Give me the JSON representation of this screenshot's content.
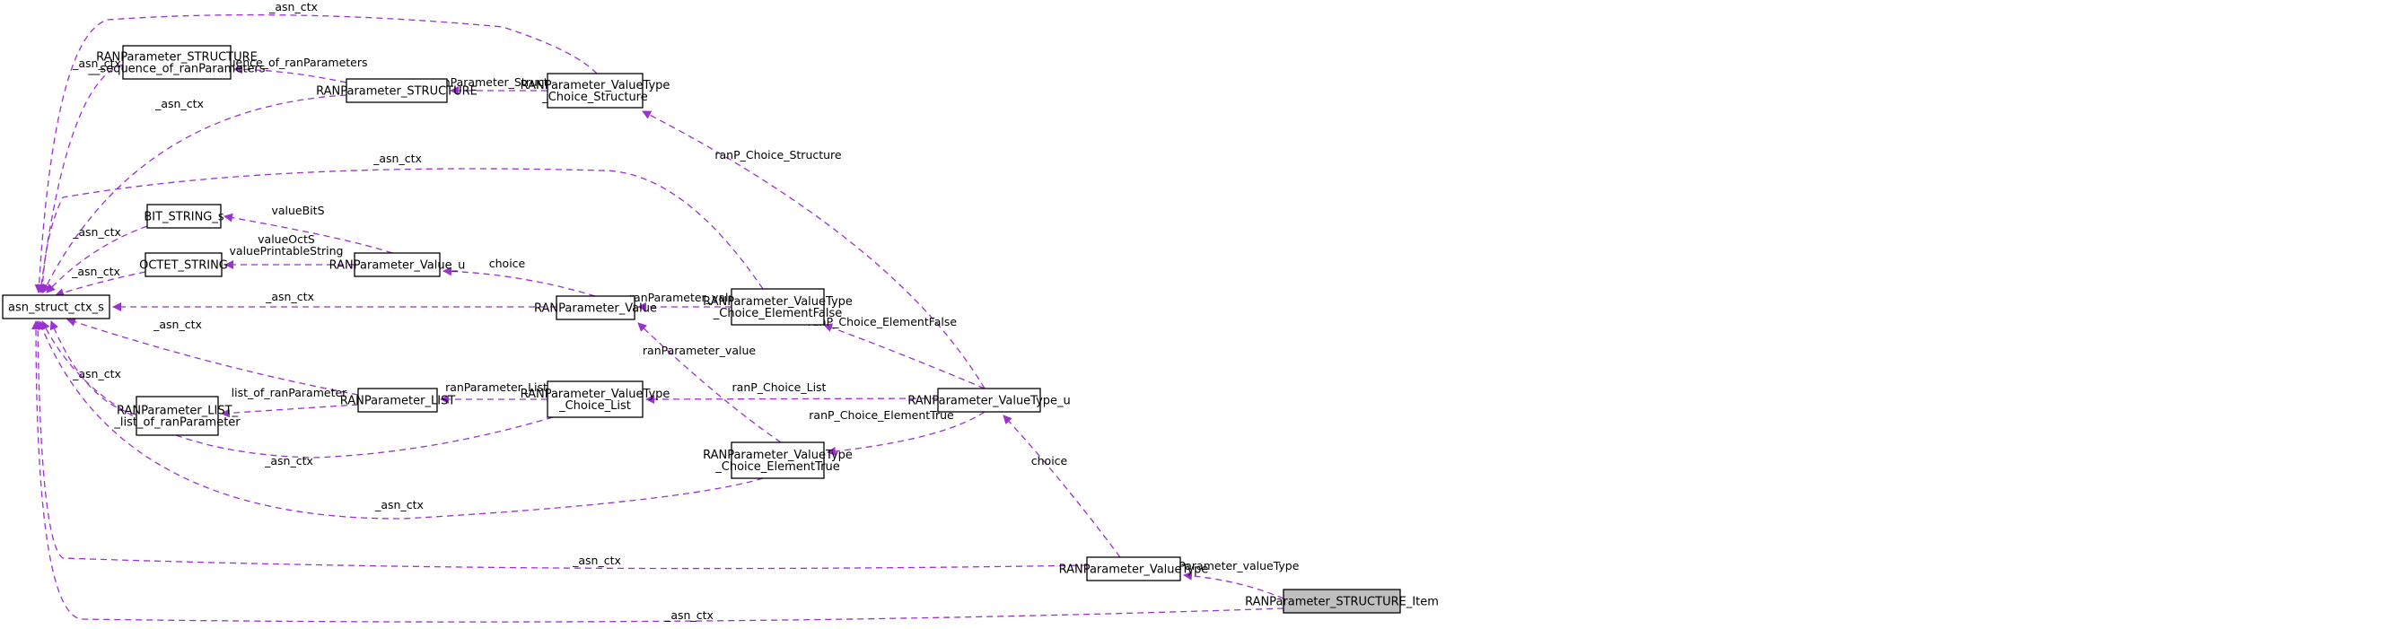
{
  "diagram": {
    "colors": {
      "edge": "#9a32cd",
      "node_border": "#000000",
      "root_fill": "#bfbfbf",
      "node_fill": "#ffffff"
    },
    "nodes": [
      {
        "id": "asn_ctx",
        "lines": [
          "asn_struct_ctx_s"
        ]
      },
      {
        "id": "struct_seq",
        "lines": [
          "RANParameter_STRUCTURE",
          "__sequence_of_ranParameters"
        ]
      },
      {
        "id": "structure",
        "lines": [
          "RANParameter_STRUCTURE"
        ]
      },
      {
        "id": "vt_choice_structure",
        "lines": [
          "RANParameter_ValueType",
          "_Choice_Structure"
        ]
      },
      {
        "id": "bit_string",
        "lines": [
          "BIT_STRING_s"
        ]
      },
      {
        "id": "octet_string",
        "lines": [
          "OCTET_STRING"
        ]
      },
      {
        "id": "value_u",
        "lines": [
          "RANParameter_Value_u"
        ]
      },
      {
        "id": "value",
        "lines": [
          "RANParameter_Value"
        ]
      },
      {
        "id": "vt_choice_elfalse",
        "lines": [
          "RANParameter_ValueType",
          "_Choice_ElementFalse"
        ]
      },
      {
        "id": "list_of",
        "lines": [
          "RANParameter_LIST_",
          "_list_of_ranParameter"
        ]
      },
      {
        "id": "list",
        "lines": [
          "RANParameter_LIST"
        ]
      },
      {
        "id": "vt_choice_list",
        "lines": [
          "RANParameter_ValueType",
          "_Choice_List"
        ]
      },
      {
        "id": "vt_u",
        "lines": [
          "RANParameter_ValueType_u"
        ]
      },
      {
        "id": "vt_choice_eltrue",
        "lines": [
          "RANParameter_ValueType",
          "_Choice_ElementTrue"
        ]
      },
      {
        "id": "valuetype",
        "lines": [
          "RANParameter_ValueType"
        ]
      },
      {
        "id": "item",
        "lines": [
          "RANParameter_STRUCTURE_Item"
        ]
      }
    ],
    "edges": [
      {
        "id": "e_ctx_vtcs",
        "from": "vt_choice_structure",
        "to": "asn_ctx",
        "labels": [
          "_asn_ctx"
        ]
      },
      {
        "id": "e_ctx_seq",
        "from": "struct_seq",
        "to": "asn_ctx",
        "labels": [
          "_asn_ctx"
        ]
      },
      {
        "id": "e_ctx_struct",
        "from": "structure",
        "to": "asn_ctx",
        "labels": [
          "_asn_ctx"
        ]
      },
      {
        "id": "e_ctx_elfalse",
        "from": "vt_choice_elfalse",
        "to": "asn_ctx",
        "labels": [
          "_asn_ctx"
        ]
      },
      {
        "id": "e_ctx_bit",
        "from": "bit_string",
        "to": "asn_ctx",
        "labels": [
          "_asn_ctx"
        ]
      },
      {
        "id": "e_ctx_octet",
        "from": "octet_string",
        "to": "asn_ctx",
        "labels": [
          "_asn_ctx"
        ]
      },
      {
        "id": "e_ctx_value",
        "from": "value",
        "to": "asn_ctx",
        "labels": [
          "_asn_ctx"
        ]
      },
      {
        "id": "e_ctx_list",
        "from": "list",
        "to": "asn_ctx",
        "labels": [
          "_asn_ctx"
        ]
      },
      {
        "id": "e_ctx_listof",
        "from": "list_of",
        "to": "asn_ctx",
        "labels": [
          "_asn_ctx"
        ]
      },
      {
        "id": "e_ctx_vtcl",
        "from": "vt_choice_list",
        "to": "asn_ctx",
        "labels": [
          "_asn_ctx"
        ]
      },
      {
        "id": "e_ctx_eltrue",
        "from": "vt_choice_eltrue",
        "to": "asn_ctx",
        "labels": [
          "_asn_ctx"
        ]
      },
      {
        "id": "e_ctx_vt",
        "from": "valuetype",
        "to": "asn_ctx",
        "labels": [
          "_asn_ctx"
        ]
      },
      {
        "id": "e_ctx_item",
        "from": "item",
        "to": "asn_ctx",
        "labels": [
          "_asn_ctx"
        ]
      },
      {
        "id": "e_seq_struct",
        "from": "structure",
        "to": "struct_seq",
        "labels": [
          "sequence_of_ranParameters"
        ]
      },
      {
        "id": "e_struct_vtcs",
        "from": "vt_choice_structure",
        "to": "structure",
        "labels": [
          "ranParameter_Structure"
        ]
      },
      {
        "id": "e_vtcs_vtu",
        "from": "vt_u",
        "to": "vt_choice_structure",
        "labels": [
          "ranP_Choice_Structure"
        ]
      },
      {
        "id": "e_bit_valueu",
        "from": "value_u",
        "to": "bit_string",
        "labels": [
          "valueBitS"
        ]
      },
      {
        "id": "e_octet_valueu",
        "from": "value_u",
        "to": "octet_string",
        "labels": [
          "valueOctS",
          "valuePrintableString"
        ]
      },
      {
        "id": "e_valueu_value",
        "from": "value",
        "to": "value_u",
        "labels": [
          "choice"
        ]
      },
      {
        "id": "e_value_elfalse",
        "from": "vt_choice_elfalse",
        "to": "value",
        "labels": [
          "ranParameter_value"
        ]
      },
      {
        "id": "e_value_eltrue",
        "from": "vt_choice_eltrue",
        "to": "value",
        "labels": [
          "ranParameter_value"
        ]
      },
      {
        "id": "e_elfalse_vtu",
        "from": "vt_u",
        "to": "vt_choice_elfalse",
        "labels": [
          "ranP_Choice_ElementFalse"
        ]
      },
      {
        "id": "e_listof_list",
        "from": "list",
        "to": "list_of",
        "labels": [
          "list_of_ranParameter"
        ]
      },
      {
        "id": "e_list_vtcl",
        "from": "vt_choice_list",
        "to": "list",
        "labels": [
          "ranParameter_List"
        ]
      },
      {
        "id": "e_vtcl_vtu",
        "from": "vt_u",
        "to": "vt_choice_list",
        "labels": [
          "ranP_Choice_List"
        ]
      },
      {
        "id": "e_eltrue_vtu",
        "from": "vt_u",
        "to": "vt_choice_eltrue",
        "labels": [
          "ranP_Choice_ElementTrue"
        ]
      },
      {
        "id": "e_vtu_vt",
        "from": "valuetype",
        "to": "vt_u",
        "labels": [
          "choice"
        ]
      },
      {
        "id": "e_vt_item",
        "from": "item",
        "to": "valuetype",
        "labels": [
          "ranParameter_valueType"
        ]
      }
    ]
  }
}
